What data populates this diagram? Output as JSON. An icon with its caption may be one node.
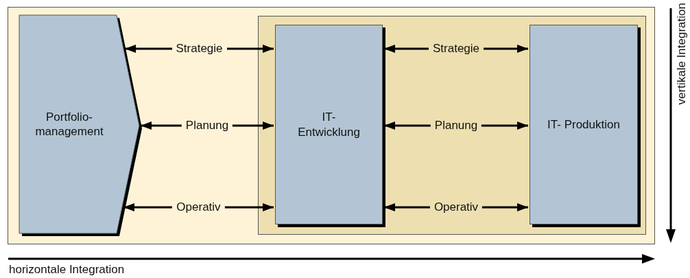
{
  "diagram": {
    "nodes": [
      {
        "text": [],
        "shape": "box"
      },
      {
        "text": [],
        "shape": "box",
        "in": 0
      },
      {
        "text": [
          "Portfolio- management"
        ],
        "in": 0
      },
      {
        "text": [
          "IT- Entwicklung"
        ],
        "in": 1
      },
      {
        "text": [
          "IT- Produktion"
        ],
        "in": 1
      }
    ],
    "edges": [
      {
        "from": 2,
        "to": 3,
        "arrow": "both",
        "label": "Strategie"
      },
      {
        "from": 2,
        "to": 3,
        "arrow": "both",
        "label": "Planung"
      },
      {
        "from": 2,
        "to": 3,
        "arrow": "both",
        "label": "Operativ"
      },
      {
        "from": 3,
        "to": 4,
        "arrow": "both",
        "label": "Strategie"
      },
      {
        "from": 3,
        "to": 4,
        "arrow": "both",
        "label": "Planung"
      },
      {
        "from": 3,
        "to": 4,
        "arrow": "both",
        "label": "Operativ"
      }
    ],
    "labels": [
      "vertikale Integration",
      "horizontale Integration"
    ]
  }
}
